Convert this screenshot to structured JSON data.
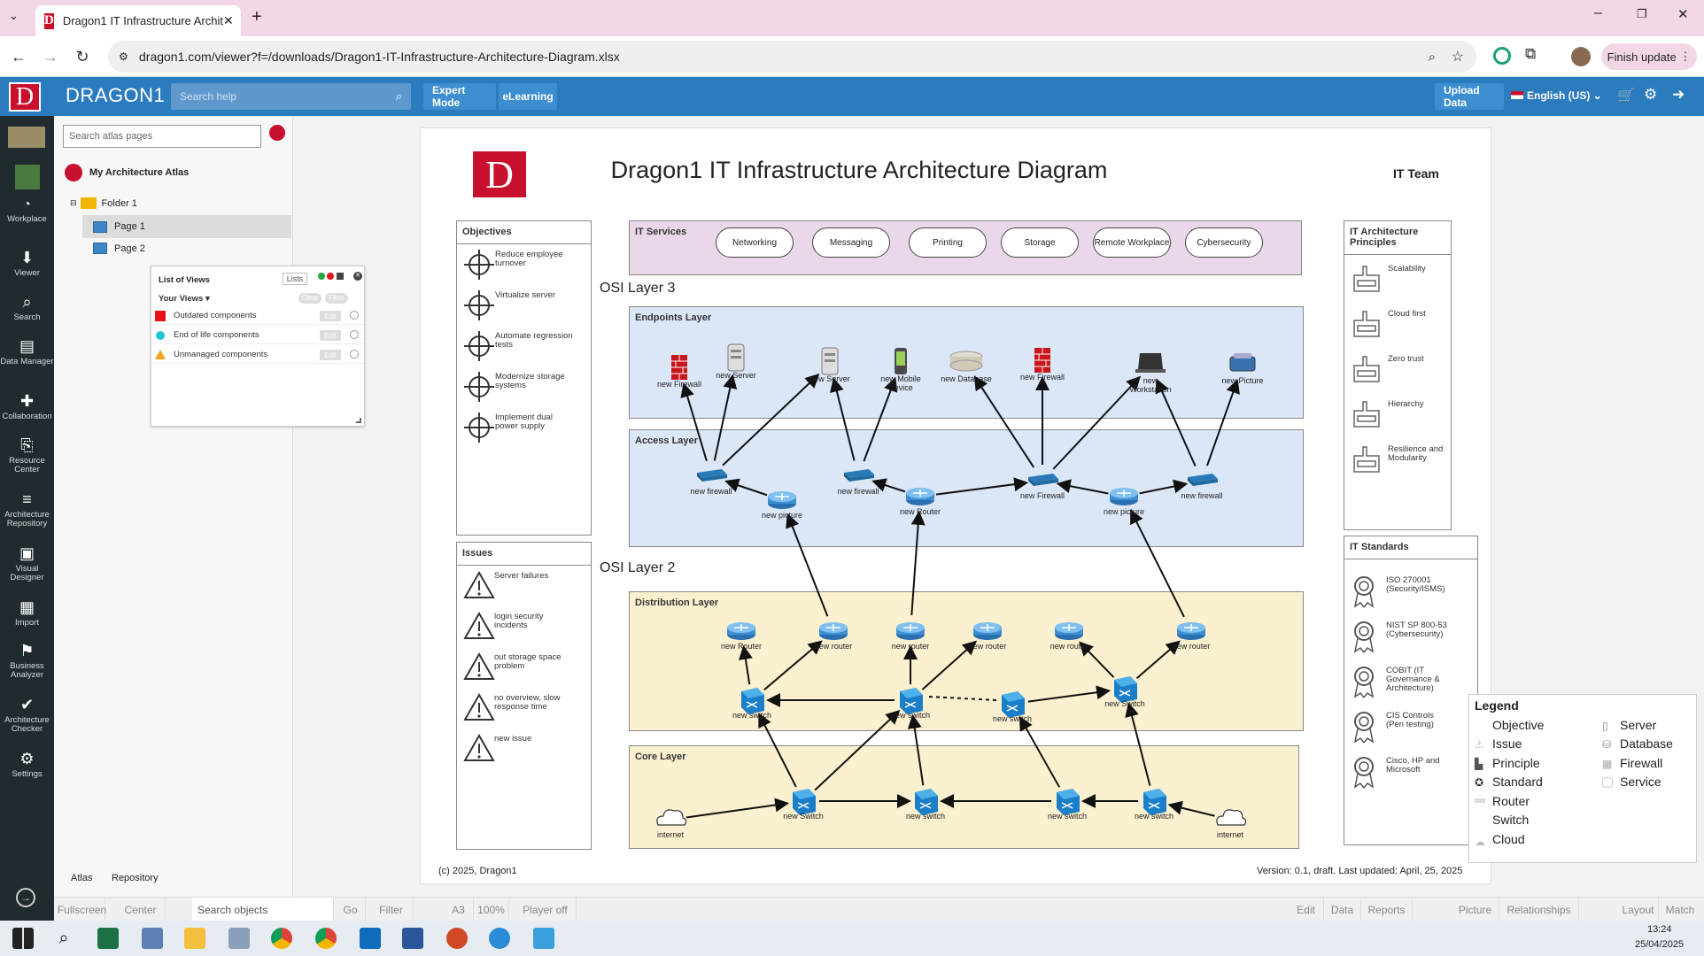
{
  "browser": {
    "tab_title": "Dragon1 IT Infrastructure Archit",
    "url": "dragon1.com/viewer?f=/downloads/Dragon1-IT-Infrastructure-Architecture-Diagram.xlsx",
    "finish_update": "Finish update"
  },
  "app": {
    "logo": "D",
    "brand": "DRAGON1",
    "search_placeholder": "Search help",
    "expert_mode": "Expert Mode",
    "elearning": "eLearning",
    "upload_data": "Upload Data",
    "language": "English (US)"
  },
  "leftnav": [
    {
      "label": "Workplace",
      "icon": "speedometer-icon"
    },
    {
      "label": "Viewer",
      "icon": "viewer-icon"
    },
    {
      "label": "Search",
      "icon": "search-icon"
    },
    {
      "label": "Data Manager",
      "icon": "document-icon"
    },
    {
      "label": "Collaboration",
      "icon": "puzzle-icon"
    },
    {
      "label": "Resource Center",
      "icon": "resource-icon"
    },
    {
      "label": "Architecture Repository",
      "icon": "database-icon"
    },
    {
      "label": "Visual Designer",
      "icon": "image-icon"
    },
    {
      "label": "Import",
      "icon": "table-icon"
    },
    {
      "label": "Business Analyzer",
      "icon": "flag-icon"
    },
    {
      "label": "Architecture Checker",
      "icon": "check-icon"
    },
    {
      "label": "Settings",
      "icon": "gear-icon"
    }
  ],
  "atlas": {
    "search_placeholder": "Search atlas pages",
    "root": "My Architecture Atlas",
    "folder": "Folder 1",
    "pages": [
      "Page 1",
      "Page 2"
    ],
    "tabs": [
      "Atlas",
      "Repository"
    ]
  },
  "list_of_views": {
    "title": "List of Views",
    "lists_btn": "Lists",
    "your_views": "Your Views",
    "clear": "Clear",
    "filter": "Filter",
    "edit": "Edit",
    "rows": [
      {
        "label": "Outdated components",
        "color": "#e8121c"
      },
      {
        "label": "End of life components",
        "color": "#1fc7d4"
      },
      {
        "label": "Unmanaged components",
        "color": "#f3a21a"
      }
    ]
  },
  "diagram": {
    "logo": "D",
    "title": "Dragon1 IT Infrastructure Architecture Diagram",
    "team": "IT Team",
    "objectives_title": "Objectives",
    "objectives": [
      "Reduce employee turnover",
      "Virtualize server",
      "Automate regression tests",
      "Modernize storage systems",
      "Implement dual power supply"
    ],
    "issues_title": "Issues",
    "issues": [
      "Server failures",
      "login security incidents",
      "out storage space problem",
      "no overview, slow response time",
      "new issue"
    ],
    "it_services_title": "IT Services",
    "it_services": [
      "Networking",
      "Messaging",
      "Printing",
      "Storage",
      "Remote Workplace",
      "Cybersecurity"
    ],
    "osi3": "OSI Layer 3",
    "osi2": "OSI Layer 2",
    "endpoints_title": "Endpoints Layer",
    "access_title": "Access Layer",
    "distribution_title": "Distribution Layer",
    "core_title": "Core Layer",
    "endpoints": [
      "new Firewall",
      "new Server",
      "new Server",
      "new Mobile Device",
      "new Database",
      "new Firewall",
      "new Workstation",
      "new Picture"
    ],
    "access": [
      "new firewall",
      "new picture",
      "new firewall",
      "new Router",
      "new Firewall",
      "new picture",
      "new firewall"
    ],
    "distribution_routers": [
      "new Router",
      "new router",
      "new router",
      "new router",
      "new router",
      "new router"
    ],
    "distribution_switches": [
      "new switch",
      "new switch",
      "new switch",
      "new Switch"
    ],
    "core": [
      "internet",
      "new Switch",
      "new switch",
      "new switch",
      "new switch",
      "internet"
    ],
    "principles_title": "IT Architecture Principles",
    "principles": [
      "Scalability",
      "Cloud first",
      "Zero trust",
      "Hierarchy",
      "Resilience and Modularity"
    ],
    "standards_title": "IT Standards",
    "standards": [
      "ISO 270001 (Security/ISMS)",
      "NIST SP 800-53 (Cybersecurity)",
      "COBIT (IT Governance & Architecture)",
      "CIS Controls (Pen testing)",
      "Cisco, HP and Microsoft"
    ],
    "copyright": "(c) 2025, Dragon1",
    "version": "Version: 0.1, draft. Last updated: April, 25, 2025"
  },
  "legend": {
    "title": "Legend",
    "left": [
      "Objective",
      "Issue",
      "Principle",
      "Standard",
      "Router",
      "Switch",
      "Cloud"
    ],
    "right": [
      "Server",
      "Database",
      "Firewall",
      "Service"
    ]
  },
  "bottombar": {
    "fullscreen": "Fullscreen",
    "center": "Center",
    "search_placeholder": "Search objects",
    "go": "Go",
    "filter": "Filter",
    "paper": "A3",
    "zoom": "100%",
    "player": "Player off",
    "edit": "Edit",
    "data": "Data",
    "reports": "Reports",
    "picture": "Picture",
    "relationships": "Relationships",
    "layout": "Layout",
    "match": "Match"
  },
  "taskbar": {
    "time": "13:24",
    "date": "25/04/2025"
  }
}
